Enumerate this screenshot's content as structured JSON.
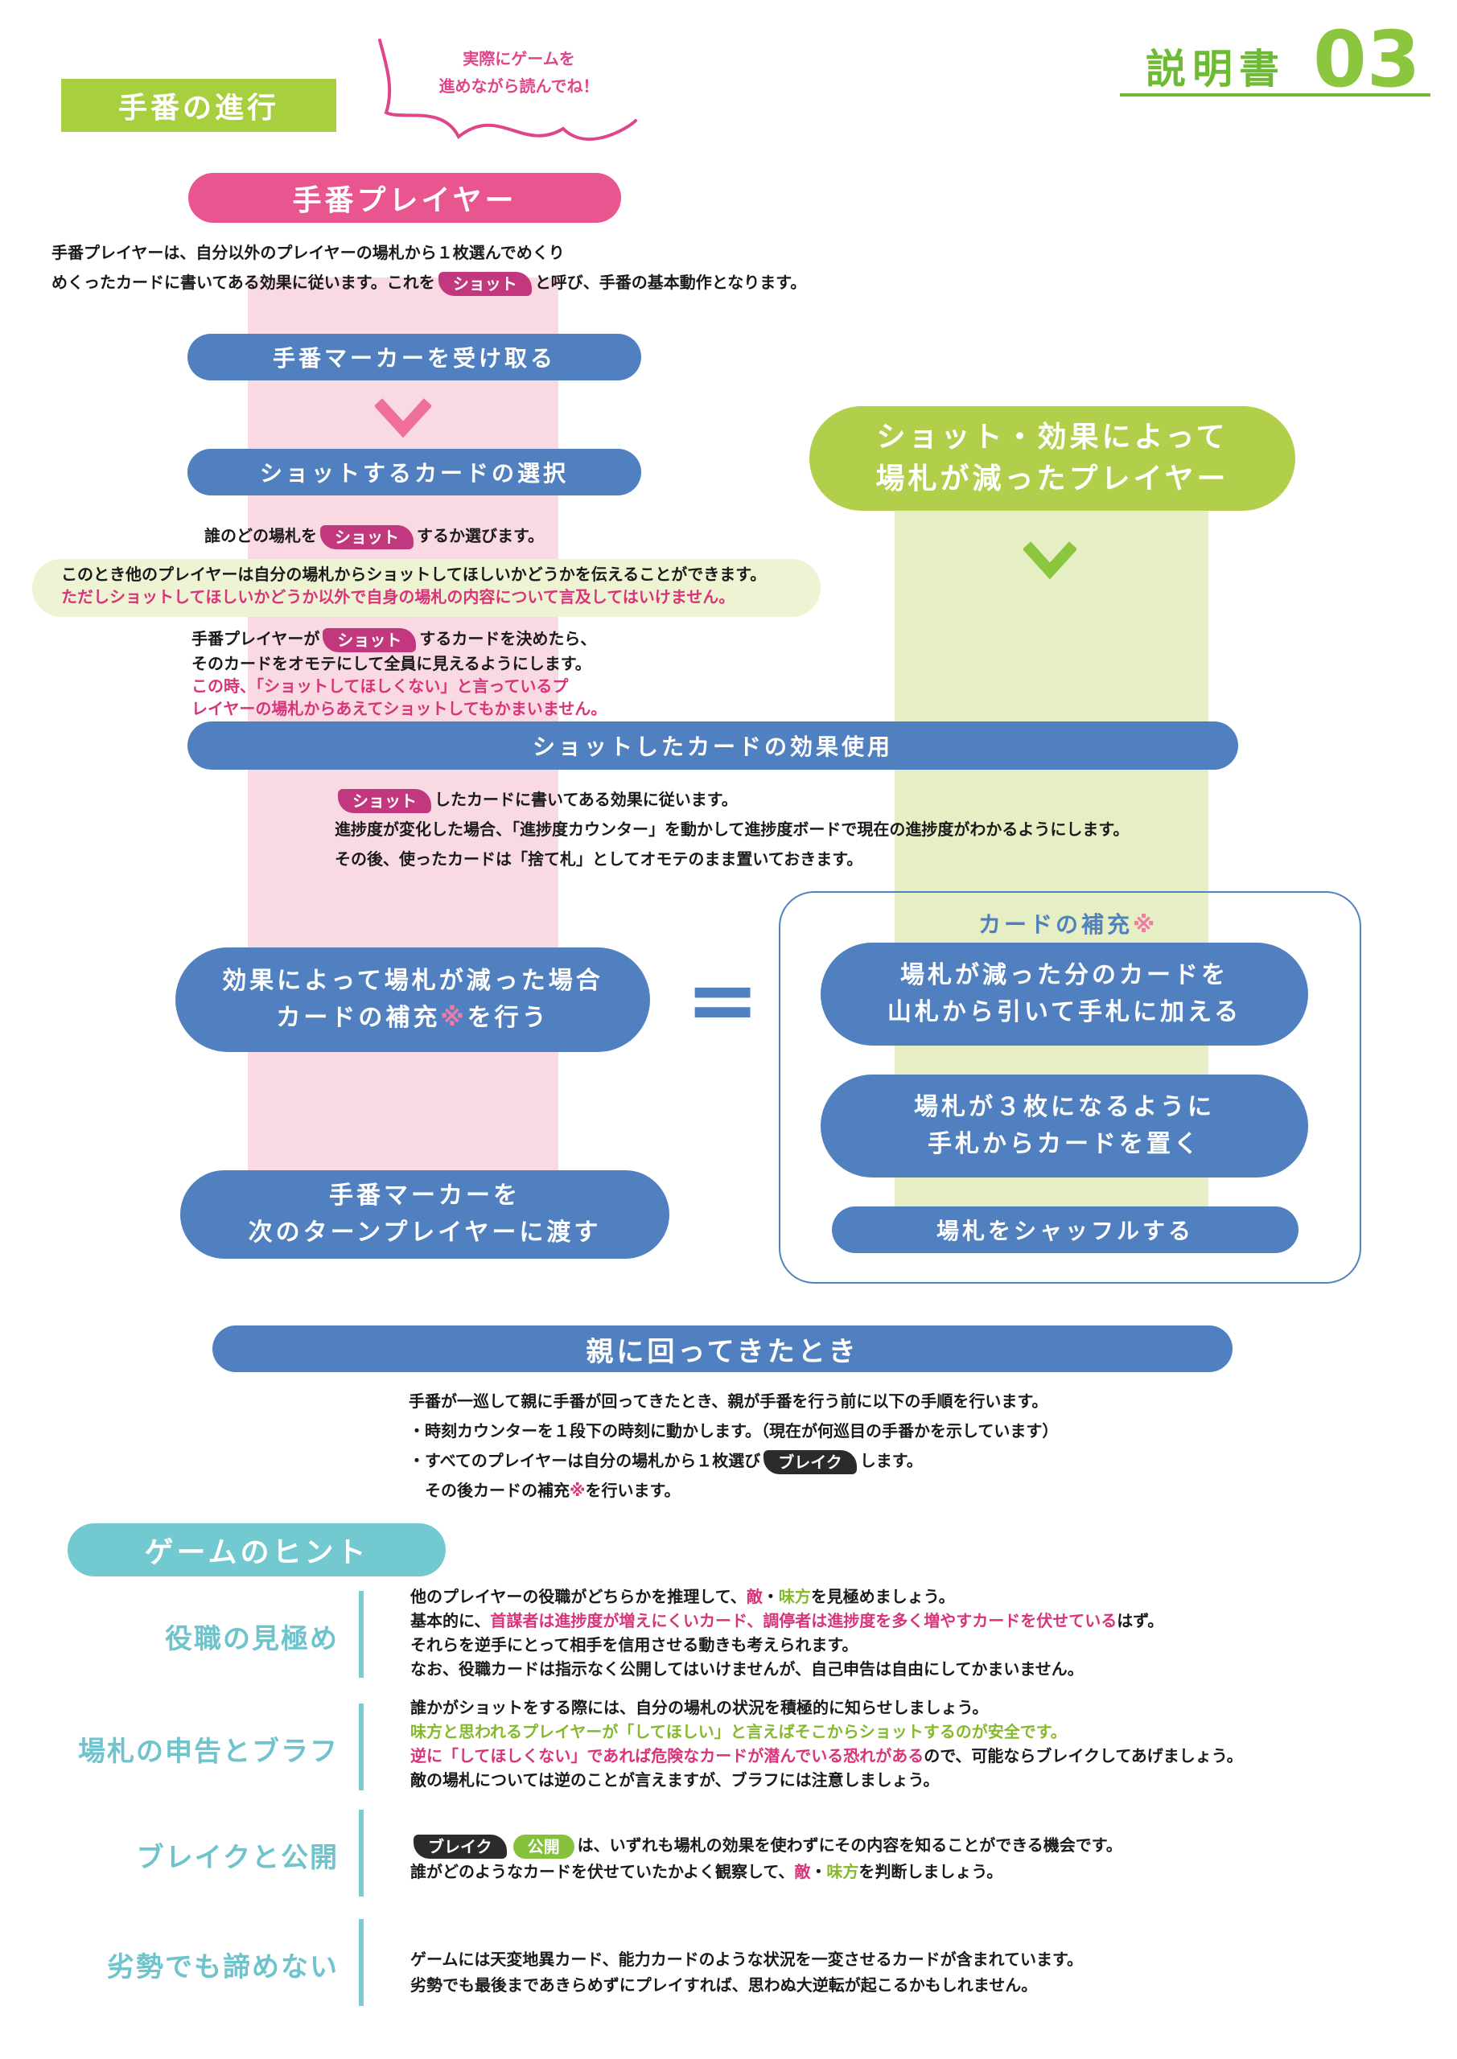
{
  "header": {
    "section_title": "手番の進行",
    "note_line1": "実際にゲームを",
    "note_line2": "進めながら読んでね！",
    "doc_label": "説明書",
    "doc_number": "03"
  },
  "turn_player": {
    "title": "手番プレイヤー",
    "intro_line1": "手番プレイヤーは、自分以外のプレイヤーの場札から１枚選んでめくり",
    "intro_line2_a": "めくったカードに書いてある効果に従います。これを",
    "intro_line2_tag": "ショット",
    "intro_line2_b": "と呼び、手番の基本動作となります。"
  },
  "steps": {
    "receive_marker": "手番マーカーを受け取る",
    "select_card": "ショットするカードの選択",
    "select_desc_a": "誰のどの場札を",
    "select_desc_tag": "ショット",
    "select_desc_b": "するか選びます。",
    "others_line1": "このとき他のプレイヤーは自分の場札からショットしてほしいかどうかを伝えることができます。",
    "others_line2": "ただしショットしてほしいかどうか以外で自身の場札の内容について言及してはいけません。",
    "decide_a": "手番プレイヤーが",
    "decide_tag": "ショット",
    "decide_b": "するカードを決めたら、",
    "decide_line2": "そのカードをオモテにして全員に見えるようにします。",
    "decide_line3": "この時、「ショットしてほしくない」と言っているプ",
    "decide_line4": "レイヤーの場札からあえてショットしてもかまいません。",
    "use_effect": "ショットしたカードの効果使用",
    "effect_tag": "ショット",
    "effect_line1": "したカードに書いてある効果に従います。",
    "effect_line2": "進捗度が変化した場合、「進捗度カウンター」を動かして進捗度ボードで現在の進捗度がわかるようにします。",
    "effect_line3": "その後、使ったカードは「捨て札」としてオモテのまま置いておきます。",
    "replenish_line1": "効果によって場札が減った場合",
    "replenish_line2a": "カードの補充",
    "replenish_mark": "※",
    "replenish_line2b": "を行う",
    "pass_line1": "手番マーカーを",
    "pass_line2": "次のターンプレイヤーに渡す",
    "equals": "="
  },
  "reduced_player": {
    "title_line1": "ショット・効果によって",
    "title_line2": "場札が減ったプレイヤー"
  },
  "replenish_box": {
    "title": "カードの補充",
    "title_mark": "※",
    "step1_line1": "場札が減った分のカードを",
    "step1_line2": "山札から引いて手札に加える",
    "step2_line1": "場札が３枚になるように",
    "step2_line2": "手札からカードを置く",
    "step3": "場札をシャッフルする"
  },
  "parent": {
    "title": "親に回ってきたとき",
    "line1": "手番が一巡して親に手番が回ってきたとき、親が手番を行う前に以下の手順を行います。",
    "line2": "・時刻カウンターを１段下の時刻に動かします。（現在が何巡目の手番かを示しています）",
    "line3a": "・すべてのプレイヤーは自分の場札から１枚選び",
    "line3_tag": "ブレイク",
    "line3b": "します。",
    "line4a": "その後カードの補充",
    "line4_mark": "※",
    "line4b": "を行います。"
  },
  "hints": {
    "title": "ゲームのヒント",
    "role": {
      "heading": "役職の見極め",
      "l1a": "他のプレイヤーの役職がどちらかを推理して、",
      "l1_enemy": "敵",
      "l1_dot": "・",
      "l1_ally": "味方",
      "l1b": "を見極めましょう。",
      "l2a": "基本的に、",
      "l2_hl": "首謀者は進捗度が増えにくいカード、調停者は進捗度を多く増やすカードを伏せている",
      "l2b": "はず。",
      "l3": "それらを逆手にとって相手を信用させる動きも考えられます。",
      "l4": "なお、役職カードは指示なく公開してはいけませんが、自己申告は自由にしてかまいません。"
    },
    "bluff": {
      "heading": "場札の申告とブラフ",
      "l1": "誰かがショットをする際には、自分の場札の状況を積極的に知らせしましょう。",
      "l2": "味方と思われるプレイヤーが「してほしい」と言えばそこからショットするのが安全です。",
      "l3_hl": "逆に「してほしくない」であれば危険なカードが潜んでいる恐れがある",
      "l3b": "ので、可能ならブレイクしてあげましょう。",
      "l4": "敵の場札については逆のことが言えますが、ブラフには注意しましょう。"
    },
    "break": {
      "heading": "ブレイクと公開",
      "tag_break": "ブレイク",
      "tag_open": "公開",
      "l1b": "は、いずれも場札の効果を使わずにその内容を知ることができる機会です。",
      "l2a": "誰がどのようなカードを伏せていたかよく観察して、",
      "l2_enemy": "敵",
      "l2_dot": "・",
      "l2_ally": "味方",
      "l2b": "を判断しましょう。"
    },
    "never_give_up": {
      "heading": "劣勢でも諦めない",
      "l1": "ゲームには天変地異カード、能力カードのような状況を一変させるカードが含まれています。",
      "l2": "劣勢でも最後まであきらめずにプレイすれば、思わぬ大逆転が起こるかもしれません。"
    }
  },
  "colors": {
    "pink": "#e8558f",
    "blue": "#5180c0",
    "green": "#b1cf4a",
    "teal": "#72c9d0",
    "magenta_text": "#d9337a"
  }
}
